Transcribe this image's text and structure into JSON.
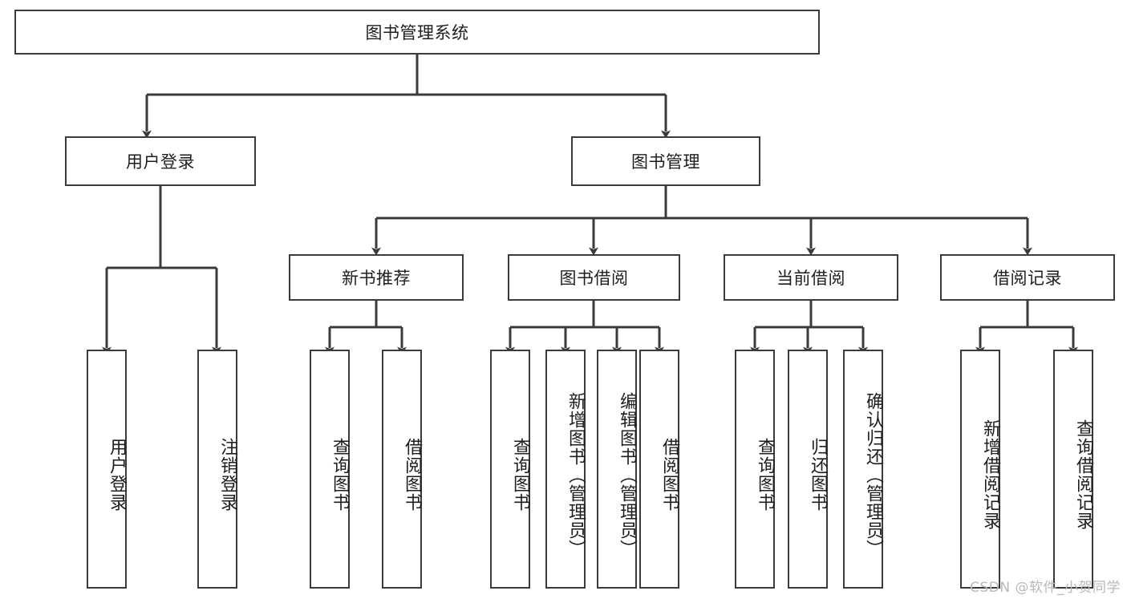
{
  "diagram": {
    "title": "图书管理系统",
    "type": "tree",
    "colors": {
      "background": "#ffffff",
      "line": "#3b3b3b",
      "box_border": "#3b3b3b",
      "box_fill": "#ffffff",
      "text": "#1e1e1e",
      "watermark": "#b9b9b9"
    },
    "root": {
      "label": "图书管理系统"
    },
    "level2": [
      {
        "label": "用户登录"
      },
      {
        "label": "图书管理"
      }
    ],
    "level3": [
      {
        "label": "新书推荐"
      },
      {
        "label": "图书借阅"
      },
      {
        "label": "当前借阅"
      },
      {
        "label": "借阅记录"
      }
    ],
    "leaves": {
      "user_login": [
        {
          "label": "用户登录"
        },
        {
          "label": "注销登录"
        }
      ],
      "new_book_recommend": [
        {
          "label": "查询图书"
        },
        {
          "label": "借阅图书"
        }
      ],
      "book_borrow": [
        {
          "label": "查询图书"
        },
        {
          "label": "新增图书（管理员）"
        },
        {
          "label": "编辑图书（管理员）"
        },
        {
          "label": "借阅图书"
        }
      ],
      "current_borrow": [
        {
          "label": "查询图书"
        },
        {
          "label": "归还图书"
        },
        {
          "label": "确认归还（管理员）"
        }
      ],
      "borrow_record": [
        {
          "label": "新增借阅记录"
        },
        {
          "label": "查询借阅记录"
        }
      ]
    },
    "watermark": "CSDN @软件_小贺同学"
  }
}
